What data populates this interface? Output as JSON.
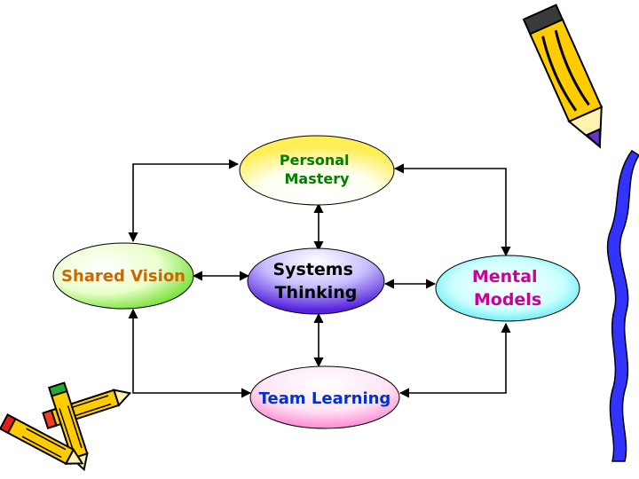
{
  "nodes": {
    "personal_mastery": {
      "lines": [
        "Personal",
        "Mastery"
      ],
      "text_color": "#008000"
    },
    "systems_thinking": {
      "lines": [
        "Systems",
        "Thinking"
      ],
      "text_color": "#000000"
    },
    "shared_vision": {
      "lines": [
        "Shared Vision"
      ],
      "text_color": "#cc6600"
    },
    "mental_models": {
      "lines": [
        "Mental",
        "Models"
      ],
      "text_color": "#cc0099"
    },
    "team_learning": {
      "lines": [
        "Team Learning"
      ],
      "text_color": "#0033cc"
    }
  },
  "colors": {
    "arrow": "#000000",
    "pencil_body": "#ffcc00",
    "pencil_tip": "#6633cc",
    "ribbon": "#3333ff"
  },
  "decorations": [
    "pencil-icon",
    "crayons-icon",
    "wavy-ribbon-icon"
  ]
}
